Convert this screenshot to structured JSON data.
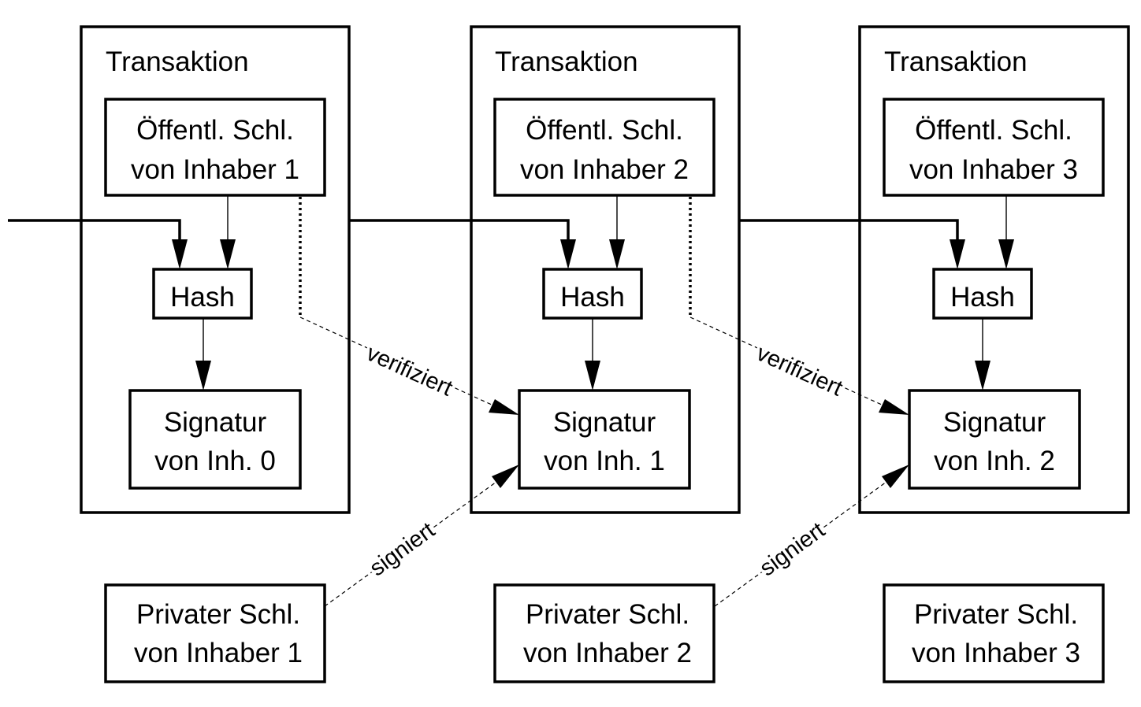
{
  "transactions": [
    {
      "title": "Transaktion",
      "public_key": [
        "Öffentl. Schl.",
        "von Inhaber 1"
      ],
      "hash": "Hash",
      "signature": [
        "Signatur",
        "von Inh. 0"
      ]
    },
    {
      "title": "Transaktion",
      "public_key": [
        "Öffentl. Schl.",
        "von Inhaber 2"
      ],
      "hash": "Hash",
      "signature": [
        "Signatur",
        "von Inh. 1"
      ]
    },
    {
      "title": "Transaktion",
      "public_key": [
        "Öffentl. Schl.",
        "von Inhaber 3"
      ],
      "hash": "Hash",
      "signature": [
        "Signatur",
        "von Inh. 2"
      ]
    }
  ],
  "private_keys": [
    [
      "Privater Schl.",
      "von Inhaber 1"
    ],
    [
      "Privater Schl.",
      "von Inhaber 2"
    ],
    [
      "Privater Schl.",
      "von Inhaber 3"
    ]
  ],
  "edge_labels": {
    "verifies": "verifiziert",
    "signs": "signiert"
  }
}
